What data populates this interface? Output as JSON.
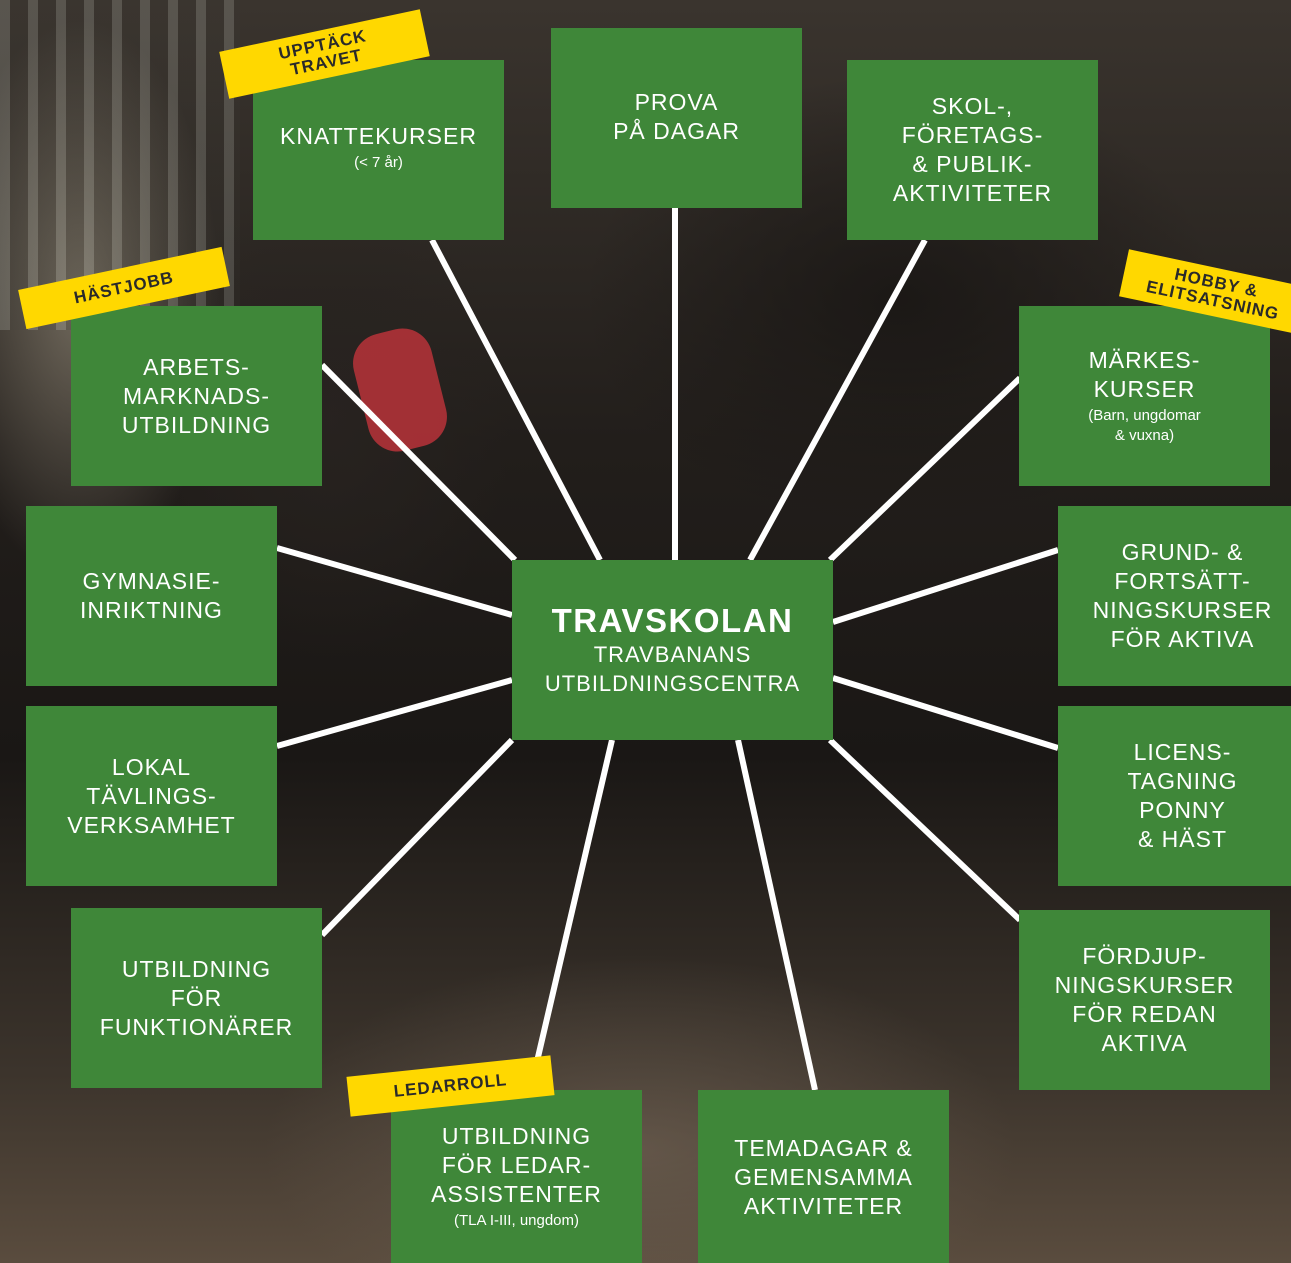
{
  "center": {
    "title": "TRAVSKOLAN",
    "subtitle": "TRAVBANANS\nUTBILDNINGSCENTRA"
  },
  "boxes": [
    {
      "id": "prova",
      "title": "PROVA\nPÅ DAGAR"
    },
    {
      "id": "skol",
      "title": "SKOL-,\nFÖRETAGS-\n& PUBLIK-\nAKTIVITETER"
    },
    {
      "id": "markes",
      "title": "MÄRKES-\nKURSER",
      "sub": "(Barn, ungdomar\n& vuxna)"
    },
    {
      "id": "grund",
      "title": "GRUND- &\nFORTSÄTT-\nNINGSKURSER\nFÖR AKTIVA"
    },
    {
      "id": "licens",
      "title": "LICENS-\nTAGNING\nPONNY\n& HÄST"
    },
    {
      "id": "fordjup",
      "title": "FÖRDJUP-\nNINGSKURSER\nFÖR REDAN\nAKTIVA"
    },
    {
      "id": "temadagar",
      "title": "TEMADAGAR &\nGEMENSAMMA\nAKTIVITETER"
    },
    {
      "id": "ledar",
      "title": "UTBILDNING\nFÖR LEDAR-\nASSISTENTER",
      "sub": "(TLA I-III, ungdom)"
    },
    {
      "id": "funktionarer",
      "title": "UTBILDNING\nFÖR\nFUNKTIONÄRER"
    },
    {
      "id": "lokal",
      "title": "LOKAL\nTÄVLINGS-\nVERKSAMHET"
    },
    {
      "id": "gymnasie",
      "title": "GYMNASIE-\nINRIKTNING"
    },
    {
      "id": "arbets",
      "title": "ARBETS-\nMARKNADS-\nUTBILDNING"
    },
    {
      "id": "knatte",
      "title": "KNATTEKURSER",
      "sub": "(< 7 år)"
    }
  ],
  "tags": [
    {
      "id": "upptack",
      "label": "UPPTÄCK\nTRAVET"
    },
    {
      "id": "hastjobb",
      "label": "HÄSTJOBB"
    },
    {
      "id": "hobby",
      "label": "HOBBY &\nELITSATSNING"
    },
    {
      "id": "ledarroll",
      "label": "LEDARROLL"
    }
  ],
  "colors": {
    "box_green": "#3f8739",
    "tag_yellow": "#ffd800",
    "line_white": "#ffffff"
  }
}
